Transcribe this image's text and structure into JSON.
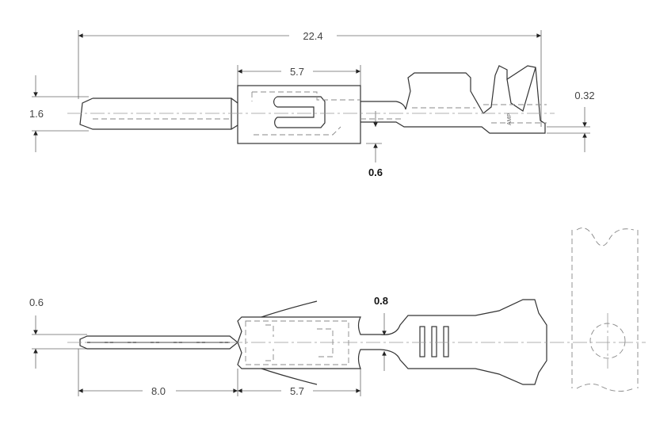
{
  "top_view": {
    "overall_length": "22.4",
    "body_length": "5.7",
    "pin_diameter": "1.6",
    "strip_thickness": "0.6",
    "tip_thickness": "0.32",
    "marking": "AMP"
  },
  "bottom_view": {
    "pin_width": "0.6",
    "neck_width": "0.8",
    "pin_length": "8.0",
    "body_length": "5.7"
  }
}
